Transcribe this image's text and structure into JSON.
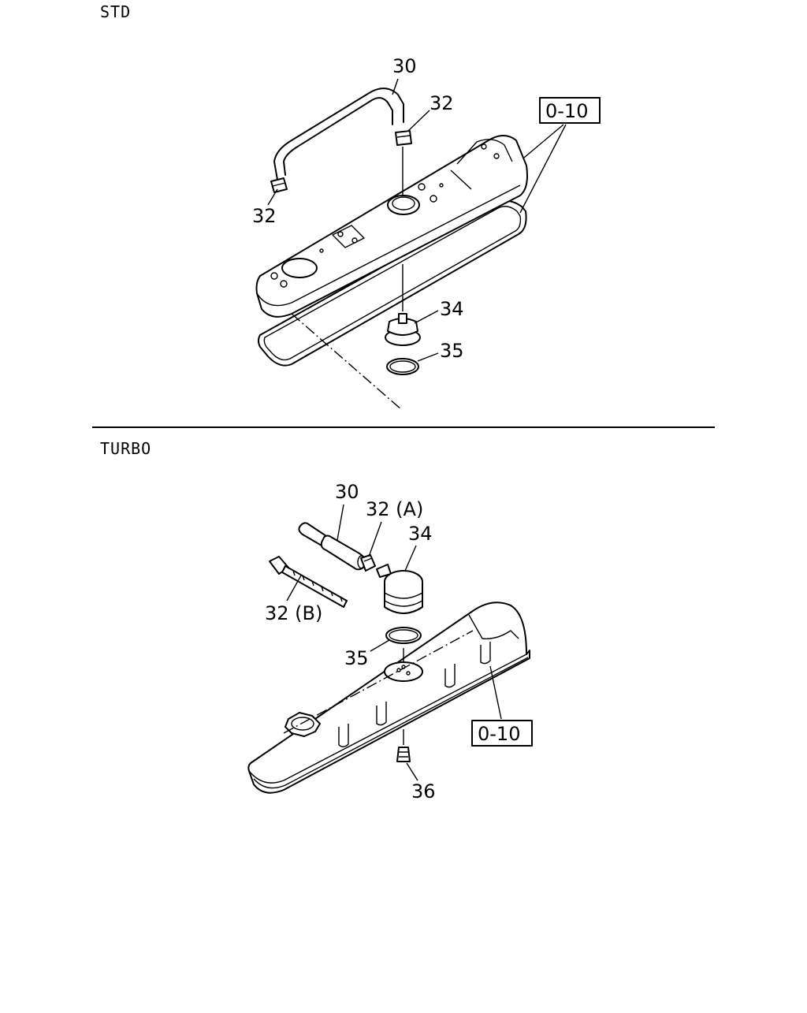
{
  "sections": {
    "std": {
      "label": "STD"
    },
    "turbo": {
      "label": "TURBO"
    }
  },
  "std_callouts": {
    "hose": "30",
    "clip_top": "32",
    "clip_left": "32",
    "ref_box": "0-10",
    "breather": "34",
    "oring": "35"
  },
  "turbo_callouts": {
    "hose": "30",
    "clip_a": "32 (A)",
    "clip_b": "32 (B)",
    "breather": "34",
    "oring": "35",
    "ref_box": "0-10",
    "bolt": "36"
  }
}
